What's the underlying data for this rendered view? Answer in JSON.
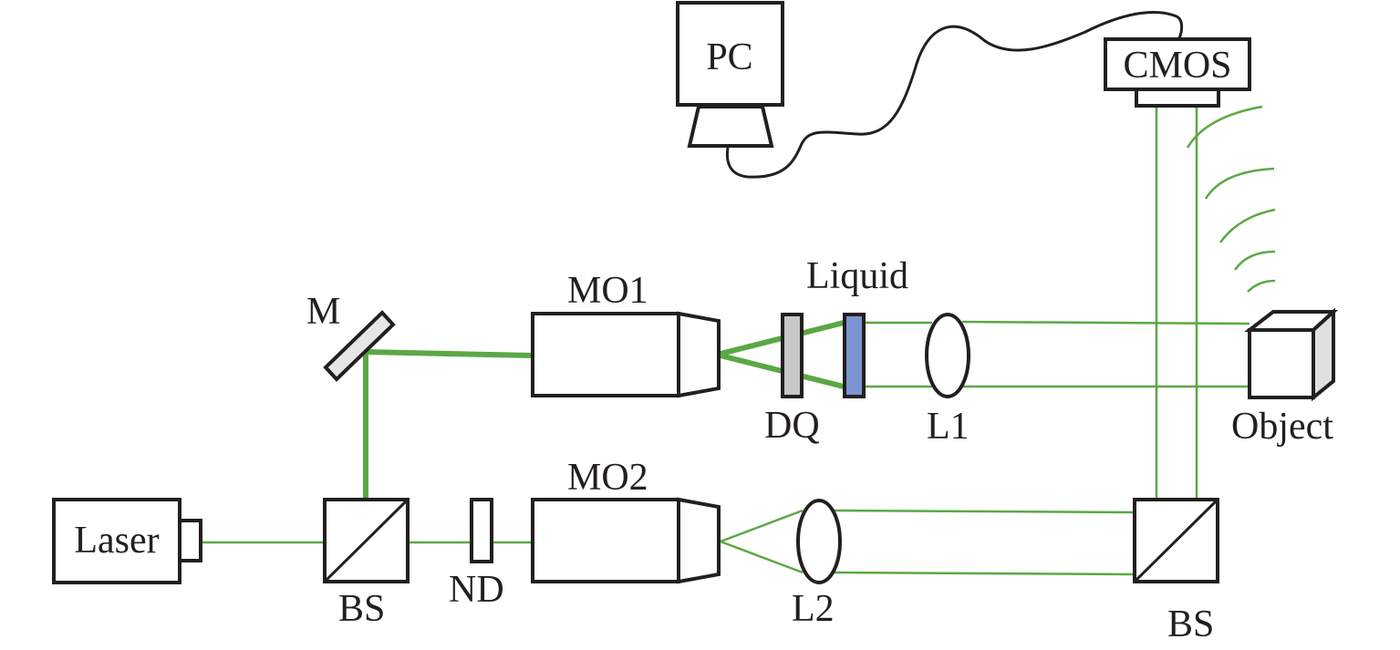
{
  "labels": {
    "pc": "PC",
    "cmos": "CMOS",
    "m": "M",
    "mo1": "MO1",
    "liquid": "Liquid",
    "dq": "DQ",
    "l1": "L1",
    "object": "Object",
    "mo2": "MO2",
    "laser": "Laser",
    "bs_left": "BS",
    "nd": "ND",
    "l2": "L2",
    "bs_right": "BS"
  },
  "colors": {
    "beam": "#5aa845",
    "outline": "#231f20",
    "dq_fill": "#c8c8c8",
    "liquid_fill": "#7b95d1",
    "mirror_fill": "#e6e6e6",
    "object_side": "#e0e0e0"
  }
}
